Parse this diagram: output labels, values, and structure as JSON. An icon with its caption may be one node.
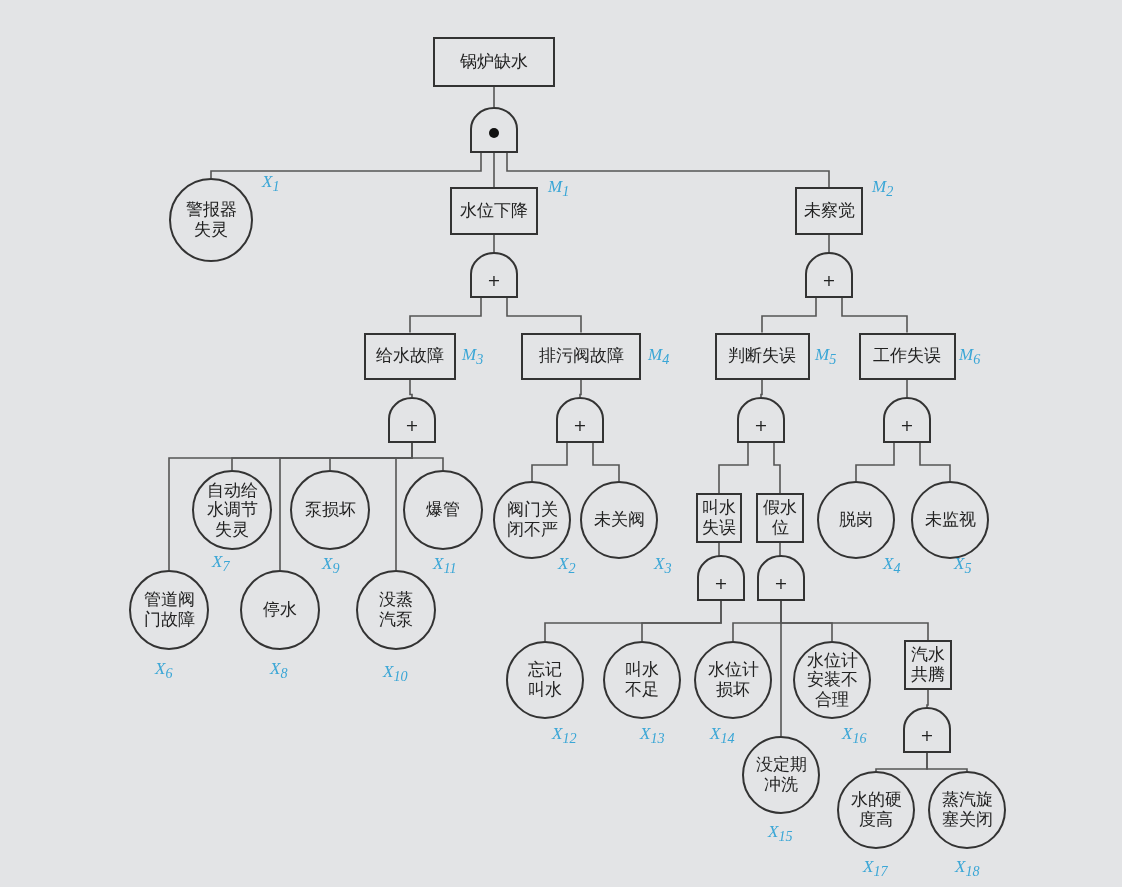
{
  "diagram": {
    "nodes": [
      {
        "text": [
          "锅炉缺水"
        ]
      },
      {
        "text": [],
        "shape": "gate"
      },
      {
        "text": [
          "警报器失灵"
        ],
        "beside": [
          "X$_{1}$"
        ]
      },
      {
        "text": [
          "水位下降"
        ],
        "beside": [
          "M$_{1}$"
        ]
      },
      {
        "text": [
          "未察觉"
        ],
        "beside": [
          "M$_{2}$"
        ]
      },
      {
        "text": [
          "+"
        ]
      },
      {
        "text": [
          "+"
        ]
      },
      {
        "text": [
          "给水故障"
        ],
        "beside": [
          "M$_{3}$"
        ]
      },
      {
        "text": [
          "排污阀故障"
        ],
        "beside": [
          "M$_{4}$"
        ]
      },
      {
        "text": [
          "判断失误"
        ],
        "beside": [
          "M$_{5}$"
        ]
      },
      {
        "text": [
          "工作失误"
        ],
        "beside": [
          "M$_{6}$"
        ]
      },
      {
        "text": [
          "+"
        ]
      },
      {
        "text": [
          "+"
        ]
      },
      {
        "text": [
          "+"
        ]
      },
      {
        "text": [
          "+"
        ]
      },
      {
        "text": [
          "自动给水调节失灵"
        ],
        "beside": [
          "X$_{7}$"
        ]
      },
      {
        "text": [
          "泵损坏"
        ],
        "beside": [
          "X$_{9}$"
        ]
      },
      {
        "text": [
          "爆管"
        ],
        "beside": [
          "X$_{11}$"
        ]
      },
      {
        "text": [
          "阀门关闭不严"
        ],
        "beside": [
          "X$_{2}$"
        ]
      },
      {
        "text": [
          "未关阀"
        ],
        "beside": [
          "X$_{3}$"
        ]
      },
      {
        "text": [
          "叫水失误"
        ]
      },
      {
        "text": [
          "假水位"
        ]
      },
      {
        "text": [
          "脱岗"
        ],
        "beside": [
          "X$_{4}$"
        ]
      },
      {
        "text": [
          "未监视"
        ],
        "beside": [
          "X$_{5}$"
        ]
      },
      {
        "text": [
          "管道阀门故障"
        ],
        "beside": [
          "X$_{6}$"
        ]
      },
      {
        "text": [
          "停水"
        ],
        "beside": [
          "X$_{8}$"
        ]
      },
      {
        "text": [
          "没蒸汽泵"
        ],
        "beside": [
          "X$_{10}$"
        ]
      },
      {
        "text": [
          "+"
        ]
      },
      {
        "text": [
          "+"
        ]
      },
      {
        "text": [
          "忘记叫水"
        ],
        "beside": [
          "X$_{12}$"
        ]
      },
      {
        "text": [
          "叫水不足"
        ],
        "beside": [
          "X$_{13}$"
        ]
      },
      {
        "text": [
          "水位计损坏"
        ],
        "beside": [
          "X$_{14}$"
        ]
      },
      {
        "text": [
          "水位计安装不合理"
        ],
        "beside": [
          "X$_{16}$"
        ]
      },
      {
        "text": [
          "汽水共腾"
        ]
      },
      {
        "text": [
          "没定期冲洗"
        ],
        "beside": [
          "X$_{15}$"
        ]
      },
      {
        "text": [
          "+"
        ]
      },
      {
        "text": [
          "水的硬度高"
        ],
        "beside": [
          "X$_{17}$"
        ]
      },
      {
        "text": [
          "蒸汽旋塞关闭"
        ],
        "beside": [
          "X$_{18}$"
        ]
      }
    ],
    "edges": [
      {
        "from": 0,
        "to": 1,
        "arrow": "none"
      },
      {
        "from": 1,
        "to": 2,
        "arrow": "none"
      },
      {
        "from": 1,
        "to": 3,
        "arrow": "none"
      },
      {
        "from": 1,
        "to": 4,
        "arrow": "none"
      },
      {
        "from": 3,
        "to": 5,
        "arrow": "none"
      },
      {
        "from": 4,
        "to": 6,
        "arrow": "none"
      },
      {
        "from": 5,
        "to": 7,
        "arrow": "none"
      },
      {
        "from": 5,
        "to": 8,
        "arrow": "none"
      },
      {
        "from": 6,
        "to": 9,
        "arrow": "none"
      },
      {
        "from": 6,
        "to": 10,
        "arrow": "none"
      },
      {
        "from": 7,
        "to": 11,
        "arrow": "none"
      },
      {
        "from": 8,
        "to": 12,
        "arrow": "none"
      },
      {
        "from": 9,
        "to": 13,
        "arrow": "none"
      },
      {
        "from": 10,
        "to": 14,
        "arrow": "none"
      },
      {
        "from": 11,
        "to": 24,
        "arrow": "none"
      },
      {
        "from": 11,
        "to": 15,
        "arrow": "none"
      },
      {
        "from": 11,
        "to": 25,
        "arrow": "none"
      },
      {
        "from": 11,
        "to": 16,
        "arrow": "none"
      },
      {
        "from": 11,
        "to": 26,
        "arrow": "none"
      },
      {
        "from": 11,
        "to": 17,
        "arrow": "none"
      },
      {
        "from": 12,
        "to": 18,
        "arrow": "none"
      },
      {
        "from": 12,
        "to": 19,
        "arrow": "none"
      },
      {
        "from": 13,
        "to": 20,
        "arrow": "none"
      },
      {
        "from": 13,
        "to": 21,
        "arrow": "none"
      },
      {
        "from": 14,
        "to": 22,
        "arrow": "none"
      },
      {
        "from": 14,
        "to": 23,
        "arrow": "none"
      },
      {
        "from": 20,
        "to": 27,
        "arrow": "none"
      },
      {
        "from": 21,
        "to": 28,
        "arrow": "none"
      },
      {
        "from": 27,
        "to": 29,
        "arrow": "none"
      },
      {
        "from": 27,
        "to": 30,
        "arrow": "none"
      },
      {
        "from": 28,
        "to": 31,
        "arrow": "none"
      },
      {
        "from": 28,
        "to": 34,
        "arrow": "none"
      },
      {
        "from": 28,
        "to": 32,
        "arrow": "none"
      },
      {
        "from": 28,
        "to": 33,
        "arrow": "none"
      },
      {
        "from": 33,
        "to": 35,
        "arrow": "none"
      },
      {
        "from": 35,
        "to": 36,
        "arrow": "none"
      },
      {
        "from": 35,
        "to": 37,
        "arrow": "none"
      }
    ]
  }
}
